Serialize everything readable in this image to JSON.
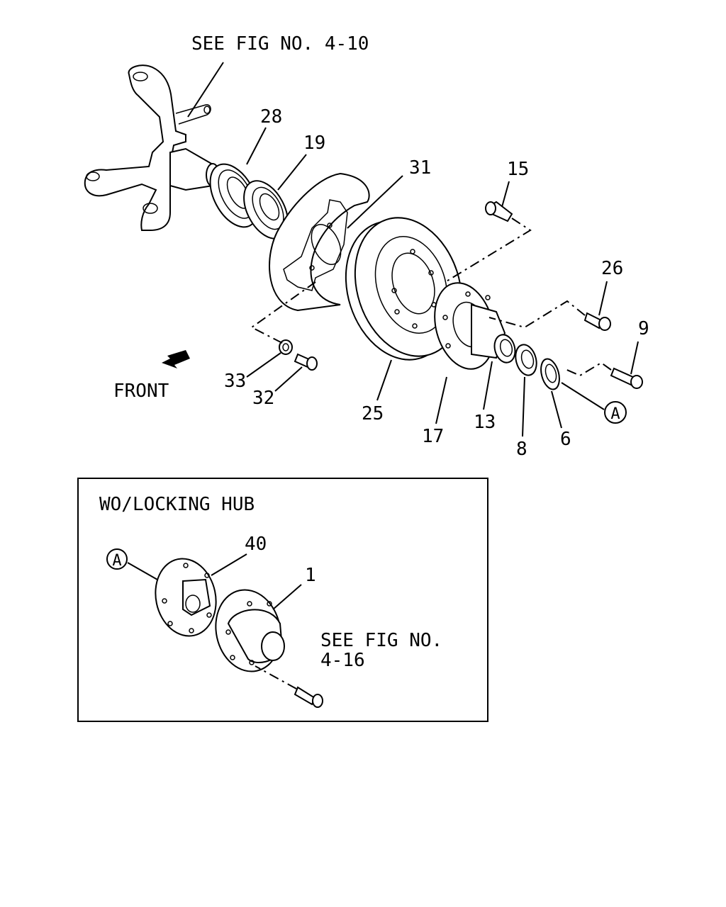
{
  "references": {
    "top": "SEE FIG NO. 4-10",
    "bottom_line1": "SEE FIG NO.",
    "bottom_line2": "4-16"
  },
  "direction_label": "FRONT",
  "inset": {
    "title": "WO/LOCKING HUB",
    "circle_ref": "A"
  },
  "circle_ref": "A",
  "callouts": {
    "p28": "28",
    "p19": "19",
    "p31": "31",
    "p15": "15",
    "p26": "26",
    "p9": "9",
    "p33": "33",
    "p32": "32",
    "p25": "25",
    "p17": "17",
    "p13": "13",
    "p8": "8",
    "p6": "6",
    "p40": "40",
    "p1": "1"
  }
}
